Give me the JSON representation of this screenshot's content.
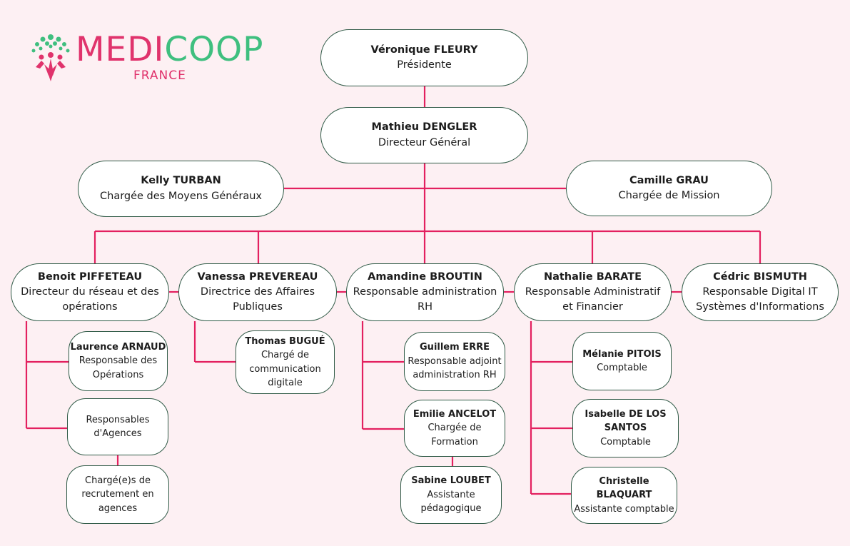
{
  "brand": {
    "name_part1": "MEDI",
    "name_part2": "COOP",
    "country": "FRANCE",
    "color_primary": "#e0336c",
    "color_secondary": "#3fbf7f"
  },
  "colors": {
    "line": "#e3205f",
    "border": "#2f5a46",
    "background": "#fdf0f3"
  },
  "nodes": {
    "fleury": {
      "name": "Véronique FLEURY",
      "title": "Présidente"
    },
    "dengler": {
      "name": "Mathieu DENGLER",
      "title": "Directeur Général"
    },
    "turban": {
      "name": "Kelly TURBAN",
      "title": "Chargée des Moyens Généraux"
    },
    "grau": {
      "name": "Camille GRAU",
      "title": "Chargée de Mission"
    },
    "piffeteau": {
      "name": "Benoit PIFFETEAU",
      "title_l1": "Directeur du réseau et des",
      "title_l2": "opérations"
    },
    "prevereau": {
      "name": "Vanessa PREVEREAU",
      "title_l1": "Directrice des Affaires",
      "title_l2": "Publiques"
    },
    "broutin": {
      "name": "Amandine BROUTIN",
      "title_l1": "Responsable administration",
      "title_l2": "RH"
    },
    "barate": {
      "name": "Nathalie BARATE",
      "title_l1": "Responsable Administratif",
      "title_l2": "et Financier"
    },
    "bismuth": {
      "name": "Cédric BISMUTH",
      "title_l1": "Responsable Digital IT",
      "title_l2": "Systèmes d'Informations"
    },
    "arnaud": {
      "name": "Laurence ARNAUD",
      "title_l1": "Responsable des",
      "title_l2": "Opérations"
    },
    "resp_agences": {
      "l1": "Responsables",
      "l2": "d'Agences"
    },
    "recrutement": {
      "l1": "Chargé(e)s de",
      "l2": "recrutement en",
      "l3": "agences"
    },
    "bugue": {
      "name": "Thomas BUGUÉ",
      "l1": "Chargé de",
      "l2": "communication",
      "l3": "digitale"
    },
    "erre": {
      "name": "Guillem ERRE",
      "title_l1": "Responsable adjoint",
      "title_l2": "administration RH"
    },
    "ancelot": {
      "name": "Emilie ANCELOT",
      "title_l1": "Chargée de",
      "title_l2": "Formation"
    },
    "loubet": {
      "name": "Sabine LOUBET",
      "title_l1": "Assistante",
      "title_l2": "pédagogique"
    },
    "pitois": {
      "name": "Mélanie PITOIS",
      "title": "Comptable"
    },
    "delossantos": {
      "name_l1": "Isabelle DE LOS",
      "name_l2": "SANTOS",
      "title": "Comptable"
    },
    "blaquart": {
      "name": "Christelle BLAQUART",
      "title": "Assistante comptable"
    }
  }
}
